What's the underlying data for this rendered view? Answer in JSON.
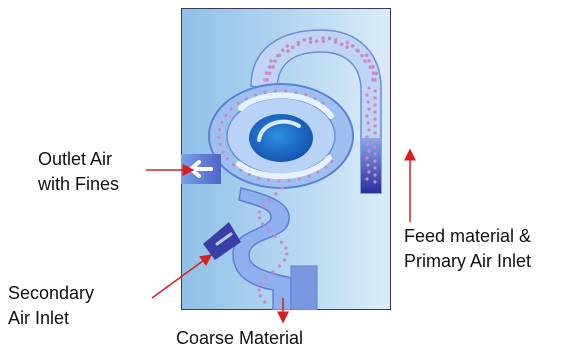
{
  "labels": {
    "outlet_air": "Outlet Air\nwith Fines",
    "feed_inlet": "Feed material &\nPrimary Air Inlet",
    "secondary_inlet": "Secondary\nAir Inlet",
    "coarse": "Coarse Material"
  },
  "colors": {
    "arrow": "#d81e1e",
    "duct_dark": "#2a2e9a",
    "duct_mid": "#5f7fd8",
    "duct_light": "#9fc3f0",
    "particles": "#c98ac9"
  }
}
